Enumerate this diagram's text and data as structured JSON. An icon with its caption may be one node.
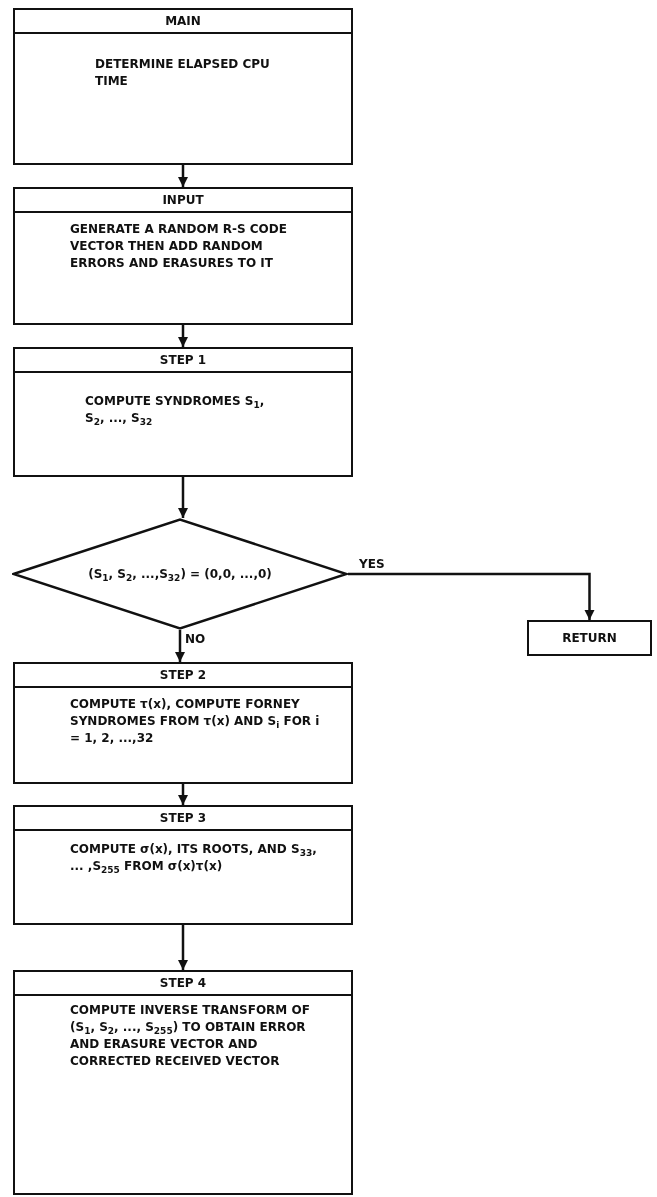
{
  "diagram": {
    "nodes": [
      {
        "text": [
          "MAIN",
          "DETERMINE ELAPSED CPU TIME"
        ]
      },
      {
        "text": [
          "INPUT",
          "GENERATE A RANDOM R-S CODE VECTOR THEN ADD RANDOM ERRORS AND ERASURES TO IT"
        ]
      },
      {
        "text": [
          "STEP 1",
          "COMPUTE SYNDROMES S$_{1}$, S$_{2}$, ..., S$_{32}$"
        ]
      },
      {
        "text": [
          "(S$_{1}$, S$_{2}$, ...,S$_{32}$) = (0,0, ...,0)"
        ]
      },
      {
        "text": [
          "RETURN"
        ]
      },
      {
        "text": [
          "STEP 2",
          "COMPUTE τ(x), COMPUTE FORNEY SYNDROMES FROM τ(x) AND S$_{i}$ FOR i = 1, 2, ...,32"
        ]
      },
      {
        "text": [
          "STEP 3",
          "COMPUTE σ(x), ITS ROOTS, AND S$_{33}$, ... ,S$_{255}$ FROM σ(x)τ(x)"
        ]
      },
      {
        "text": [
          "STEP 4",
          "COMPUTE INVERSE TRANSFORM OF (S$_{1}$, S$_{2}$, ..., S$_{255}$) TO OBTAIN ERROR AND ERASURE VECTOR AND CORRECTED RECEIVED VECTOR"
        ]
      }
    ],
    "edges": [
      {
        "from": 0,
        "to": 1,
        "arrow": "to"
      },
      {
        "from": 1,
        "to": 2,
        "arrow": "to"
      },
      {
        "from": 2,
        "to": 3,
        "arrow": "to"
      },
      {
        "from": 3,
        "to": 4,
        "arrow": "to",
        "label": "YES"
      },
      {
        "from": 3,
        "to": 5,
        "arrow": "to",
        "label": "NO"
      },
      {
        "from": 5,
        "to": 6,
        "arrow": "to"
      },
      {
        "from": 6,
        "to": 7,
        "arrow": "to"
      }
    ]
  }
}
